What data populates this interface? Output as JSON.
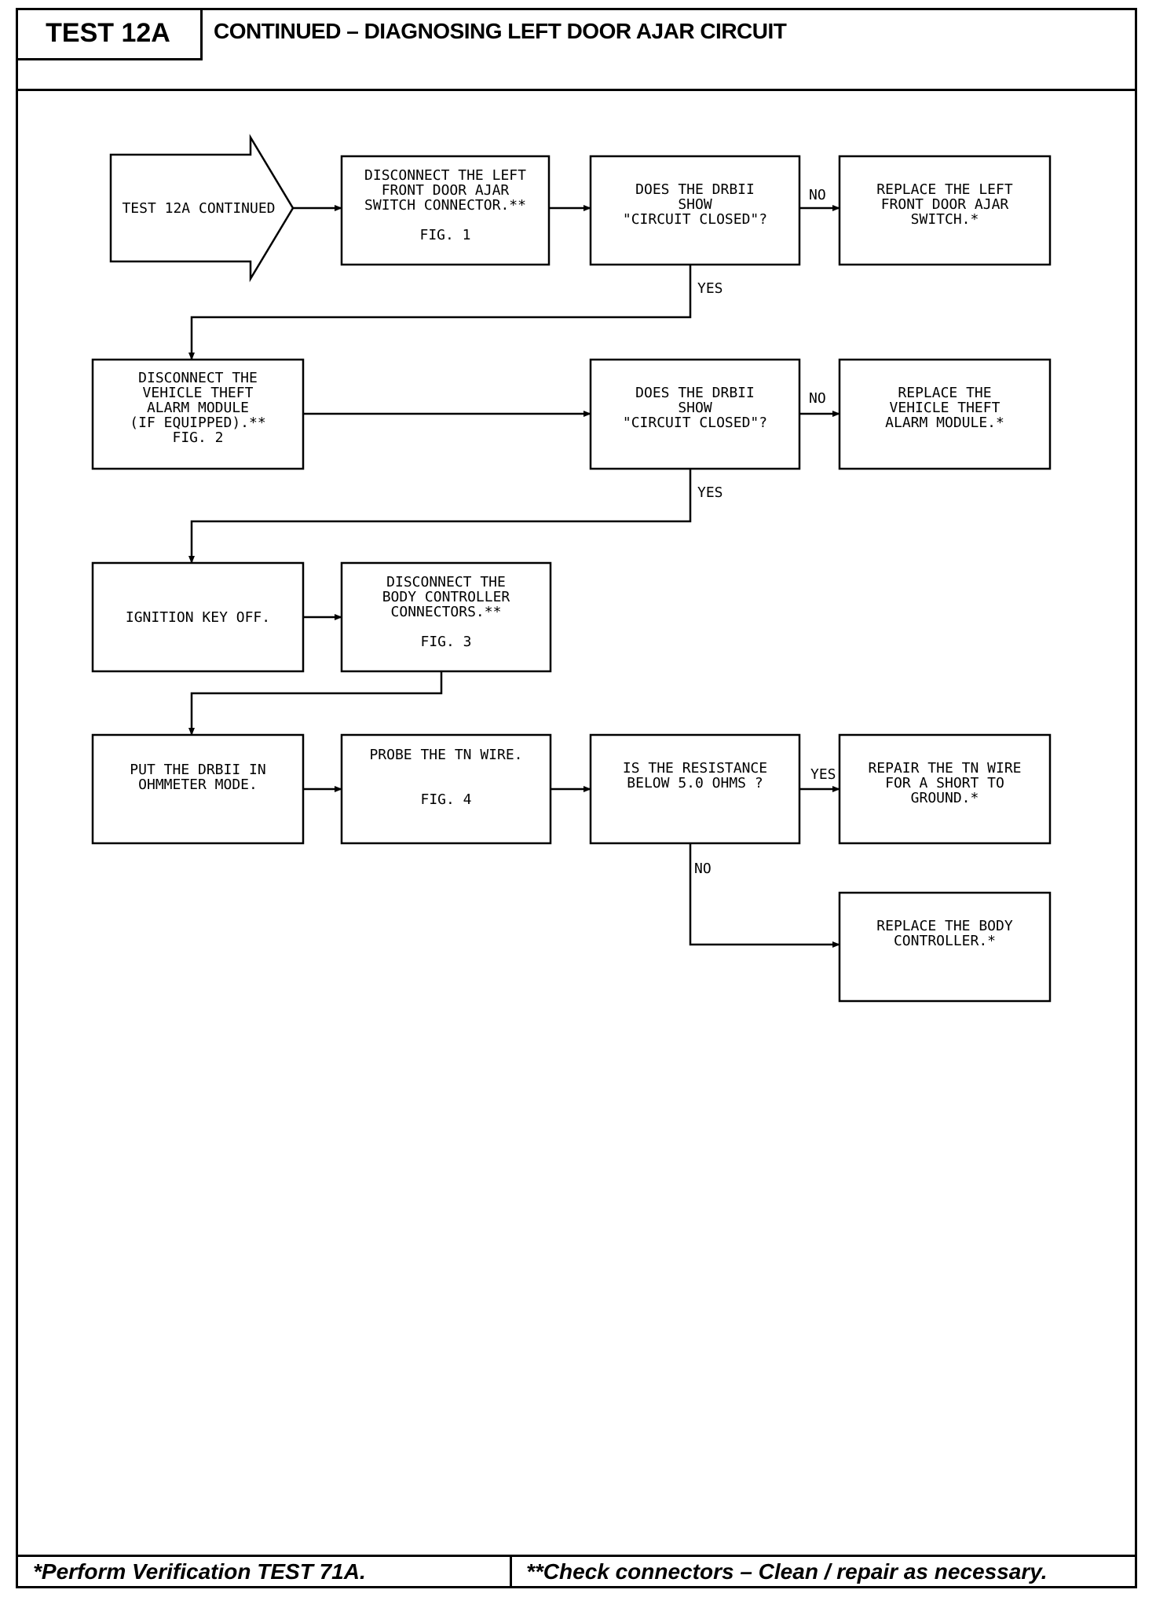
{
  "header": {
    "test_id": "TEST 12A",
    "title": "CONTINUED – DIAGNOSING LEFT DOOR AJAR CIRCUIT"
  },
  "footer": {
    "note_left": "*Perform Verification TEST 71A.",
    "note_right": "**Check connectors – Clean / repair as necessary."
  },
  "flowchart": {
    "nodes": [
      {
        "id": "start",
        "shape": "arrow",
        "lines": [
          "TEST 12A CONTINUED"
        ]
      },
      {
        "id": "disconnect-switch",
        "lines": [
          "DISCONNECT THE LEFT",
          "FRONT DOOR AJAR",
          "SWITCH CONNECTOR.**",
          "",
          "FIG. 1"
        ]
      },
      {
        "id": "check-closed-1",
        "lines": [
          "DOES THE DRBII",
          "SHOW",
          "\"CIRCUIT CLOSED\"?"
        ]
      },
      {
        "id": "replace-switch",
        "lines": [
          "REPLACE THE LEFT",
          "FRONT DOOR AJAR",
          "SWITCH.*"
        ]
      },
      {
        "id": "disconnect-alarm",
        "lines": [
          "DISCONNECT THE",
          "VEHICLE THEFT",
          "ALARM MODULE",
          "(IF EQUIPPED).**",
          "FIG. 2"
        ]
      },
      {
        "id": "check-closed-2",
        "lines": [
          "DOES THE DRBII",
          "SHOW",
          "\"CIRCUIT CLOSED\"?"
        ]
      },
      {
        "id": "replace-alarm",
        "lines": [
          "REPLACE THE",
          "VEHICLE THEFT",
          "ALARM MODULE.*"
        ]
      },
      {
        "id": "ignition-off",
        "lines": [
          "IGNITION KEY OFF."
        ]
      },
      {
        "id": "disconnect-body",
        "lines": [
          "DISCONNECT THE",
          "BODY CONTROLLER",
          "CONNECTORS.**",
          "",
          "FIG. 3"
        ]
      },
      {
        "id": "ohmmeter-mode",
        "lines": [
          "PUT THE DRBII IN",
          "OHMMETER MODE."
        ]
      },
      {
        "id": "probe-tn",
        "lines": [
          "PROBE THE TN WIRE.",
          "",
          "",
          "FIG. 4"
        ]
      },
      {
        "id": "check-resistance",
        "lines": [
          "IS THE RESISTANCE",
          "BELOW 5.0 OHMS ?"
        ]
      },
      {
        "id": "repair-tn",
        "lines": [
          "REPAIR THE TN WIRE",
          "FOR A SHORT TO",
          "GROUND.*"
        ]
      },
      {
        "id": "replace-body",
        "lines": [
          "REPLACE THE BODY",
          "CONTROLLER.*"
        ]
      }
    ],
    "edges": [
      {
        "from": "start",
        "to": "disconnect-switch",
        "label": ""
      },
      {
        "from": "disconnect-switch",
        "to": "check-closed-1",
        "label": ""
      },
      {
        "from": "check-closed-1",
        "to": "replace-switch",
        "label": "NO"
      },
      {
        "from": "check-closed-1",
        "to": "disconnect-alarm",
        "label": "YES"
      },
      {
        "from": "disconnect-alarm",
        "to": "check-closed-2",
        "label": ""
      },
      {
        "from": "check-closed-2",
        "to": "replace-alarm",
        "label": "NO"
      },
      {
        "from": "check-closed-2",
        "to": "ignition-off",
        "label": "YES"
      },
      {
        "from": "ignition-off",
        "to": "disconnect-body",
        "label": ""
      },
      {
        "from": "disconnect-body",
        "to": "ohmmeter-mode",
        "label": ""
      },
      {
        "from": "ohmmeter-mode",
        "to": "probe-tn",
        "label": ""
      },
      {
        "from": "probe-tn",
        "to": "check-resistance",
        "label": ""
      },
      {
        "from": "check-resistance",
        "to": "repair-tn",
        "label": "YES"
      },
      {
        "from": "check-resistance",
        "to": "replace-body",
        "label": "NO"
      }
    ]
  }
}
